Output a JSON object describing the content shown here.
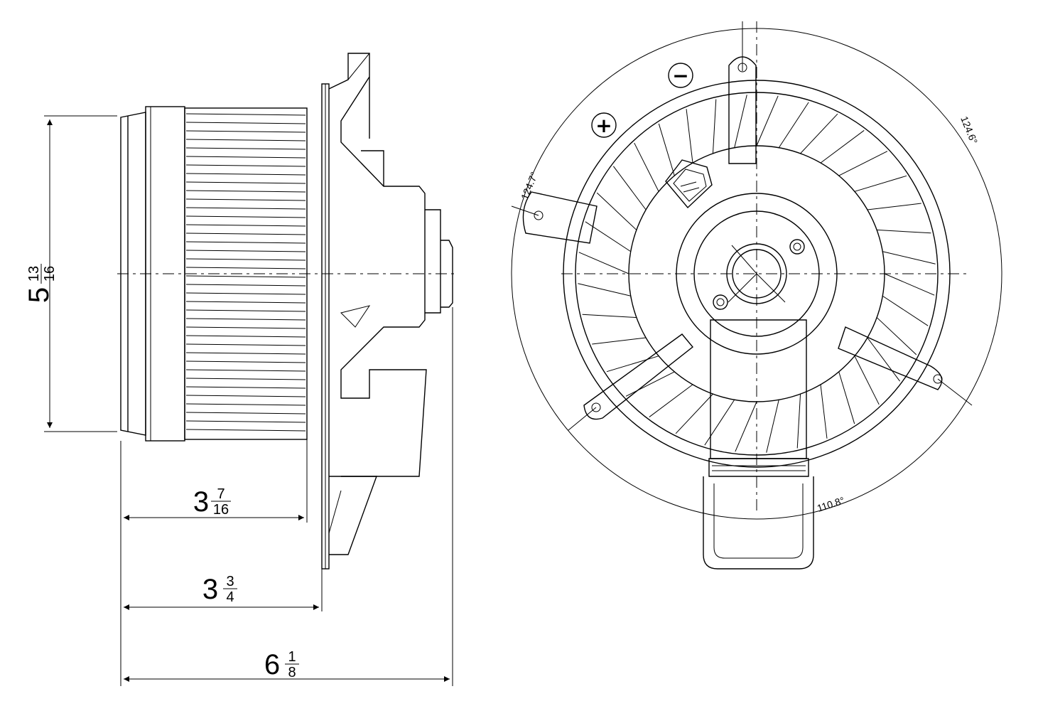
{
  "dimensions": {
    "height": {
      "whole": "5",
      "num": "13",
      "den": "16"
    },
    "fan_depth": {
      "whole": "3",
      "num": "7",
      "den": "16"
    },
    "flange_depth": {
      "whole": "3",
      "num": "3",
      "den": "4"
    },
    "overall_depth": {
      "whole": "6",
      "num": "1",
      "den": "8"
    }
  },
  "angles": {
    "left": "124.7°",
    "right": "124.6°",
    "bottom": "110.8°"
  },
  "terminals": {
    "minus": "−",
    "plus": "+"
  }
}
